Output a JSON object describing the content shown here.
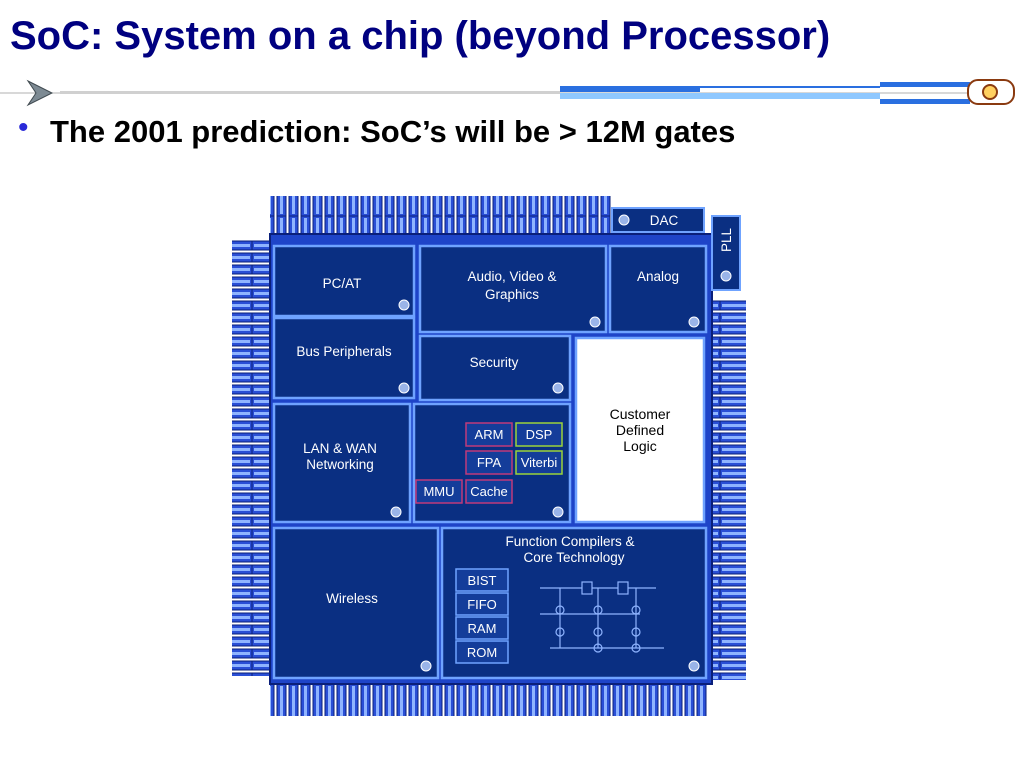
{
  "slide": {
    "title": "SoC: System on a chip (beyond Processor)",
    "bullet": "The 2001 prediction: SoC’s will be > 12M gates"
  },
  "chip": {
    "dac": "DAC",
    "pll": "PLL",
    "pc_at": "PC/AT",
    "audio_line1": "Audio, Video &",
    "audio_line2": "Graphics",
    "analog": "Analog",
    "bus_peripherals": "Bus Peripherals",
    "security": "Security",
    "customer_line1": "Customer",
    "customer_line2": "Defined",
    "customer_line3": "Logic",
    "lan_line1": "LAN & WAN",
    "lan_line2": "Networking",
    "arm": "ARM",
    "dsp": "DSP",
    "fpa": "FPA",
    "viterbi": "Viterbi",
    "mmu": "MMU",
    "cache": "Cache",
    "wireless": "Wireless",
    "fc_line1": "Function Compilers &",
    "fc_line2": "Core Technology",
    "bist": "BIST",
    "fifo": "FIFO",
    "ram": "RAM",
    "rom": "ROM"
  },
  "colors": {
    "title": "#000080",
    "chip_block": "#0a2f82",
    "chip_border": "#6fa3ff",
    "pad": "#2a4fd6",
    "customer_logic": "#ffffff"
  }
}
